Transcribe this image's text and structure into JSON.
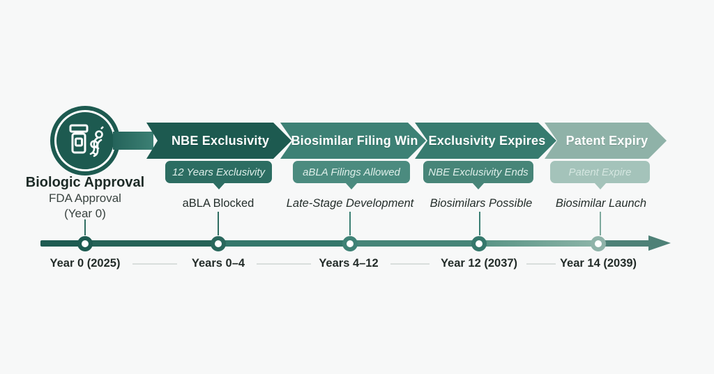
{
  "start": {
    "title": "Biologic Approval",
    "subtitle": "FDA Approval",
    "year": "(Year 0)",
    "icon": "pill-bottle-dna-icon"
  },
  "phases": [
    {
      "title": "NBE Exclusivity",
      "banner": "12 Years Exclusivity",
      "color": "#1d5a50",
      "banner_color": "#2c6d62"
    },
    {
      "title": "Biosimilar Filing Win",
      "banner": "aBLA Filings Allowed",
      "color": "#3d8175",
      "banner_color": "#4b8b7f"
    },
    {
      "title": "Exclusivity Expires",
      "banner": "NBE Exclusivity Ends",
      "color": "#377b6f",
      "banner_color": "#478578"
    },
    {
      "title": "Patent Expiry",
      "banner": "Patent Expire",
      "color": "#8fb2a8",
      "banner_color": "#a4c3ba"
    }
  ],
  "stages": [
    "aBLA Blocked",
    "Late-Stage Development",
    "Biosimilars Possible",
    "Biosimilar Launch"
  ],
  "timeline": {
    "ticks": [
      "Year 0 (2025)",
      "Years 0–4",
      "Years 4–12",
      "Year 12 (2037)",
      "Year 14 (2039)"
    ],
    "line_color_start": "#1e5b51",
    "line_color_end": "#8cb4a8",
    "arrow_color": "#4e8177"
  },
  "colors": {
    "background": "#f7f8f8",
    "text_dark": "#242e2b",
    "text_white": "#ffffff"
  }
}
